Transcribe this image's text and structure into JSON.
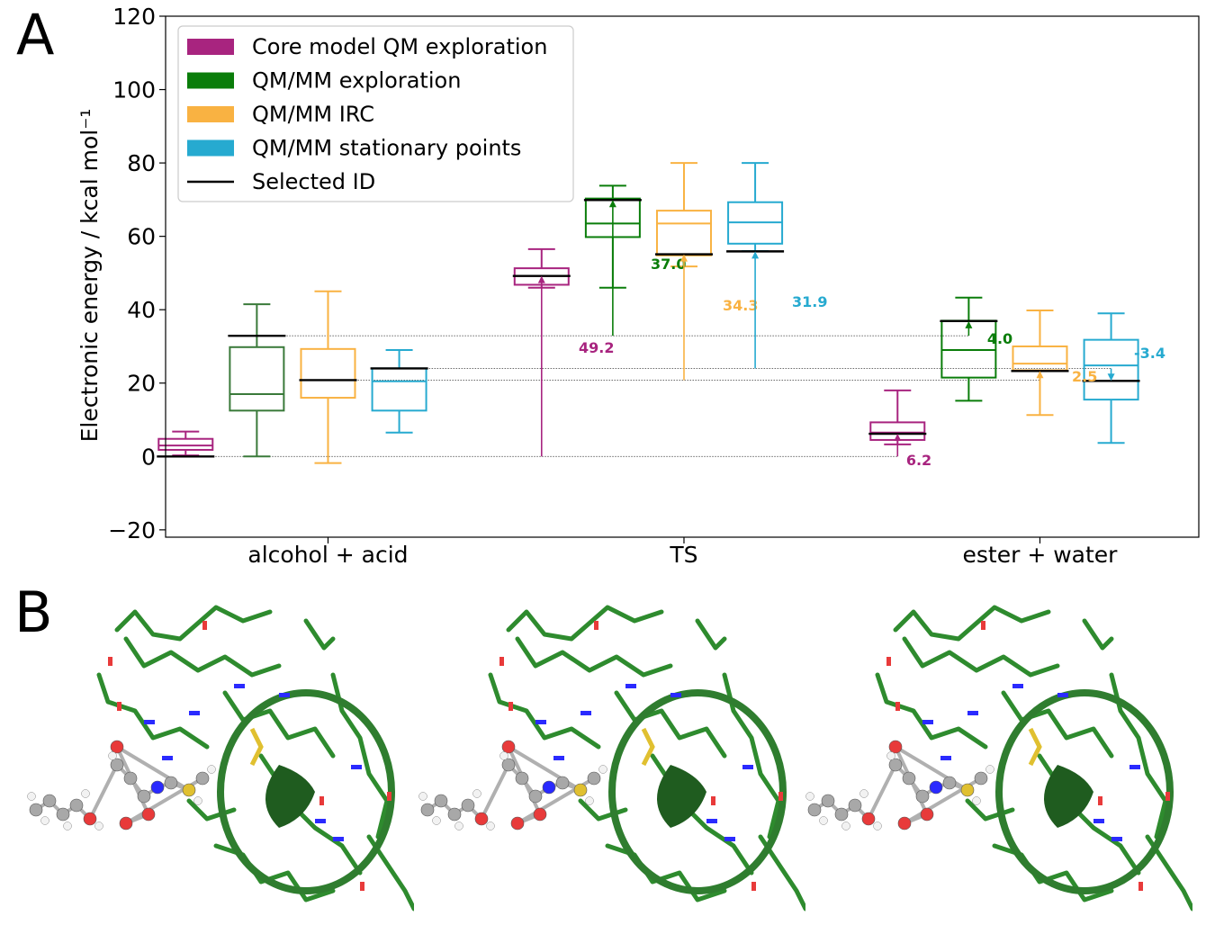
{
  "panels": {
    "a": "A",
    "b": "B"
  },
  "colors": {
    "core": "#a8247f",
    "qmmm": "#0a7d0a",
    "irc": "#f9b242",
    "sp": "#26aad0",
    "first_group_qmmm": "#3a7a3a",
    "protein": "#2e8b2e",
    "nitrogen": "#2a2aff",
    "oxygen": "#e83a3a",
    "sulfur": "#e0c030",
    "carbon_ball": "#a8a8a8",
    "hydrogen_ball": "#f2f2f2"
  },
  "chart_data": {
    "type": "box",
    "ylabel": "Electronic energy / kcal mol⁻¹",
    "ylim": [
      -22,
      120
    ],
    "yticks": [
      -20,
      0,
      20,
      40,
      60,
      80,
      100,
      120
    ],
    "ytick_labels": [
      "−20",
      "0",
      "20",
      "40",
      "60",
      "80",
      "100",
      "120"
    ],
    "categories": [
      "alcohol + acid",
      "TS",
      "ester + water"
    ],
    "legend": {
      "placement": "top-left",
      "entries": [
        {
          "label": "Core model QM exploration",
          "color_key": "core",
          "kind": "patch"
        },
        {
          "label": "QM/MM exploration",
          "color_key": "qmmm",
          "kind": "patch"
        },
        {
          "label": "QM/MM IRC",
          "color_key": "irc",
          "kind": "patch"
        },
        {
          "label": "QM/MM stationary points",
          "color_key": "sp",
          "kind": "patch"
        },
        {
          "label": "Selected ID",
          "color_key": "black",
          "kind": "line"
        }
      ]
    },
    "boxes": [
      {
        "group": 0,
        "series": "core",
        "pos": 0.8,
        "whislo": 0.3,
        "q1": 1.8,
        "med": 3.0,
        "q3": 4.8,
        "whishi": 6.8,
        "selected": 0.0
      },
      {
        "group": 0,
        "series": "qmmm",
        "pos": 1.8,
        "whislo": 0.0,
        "q1": 12.5,
        "med": 17.0,
        "q3": 29.8,
        "whishi": 41.5,
        "selected": 32.9
      },
      {
        "group": 0,
        "series": "irc",
        "pos": 2.8,
        "whislo": -1.8,
        "q1": 16.0,
        "med": 20.8,
        "q3": 29.3,
        "whishi": 45.0,
        "selected": 20.8
      },
      {
        "group": 0,
        "series": "sp",
        "pos": 3.8,
        "whislo": 6.5,
        "q1": 12.5,
        "med": 20.5,
        "q3": 24.0,
        "whishi": 29.0,
        "selected": 24.0
      },
      {
        "group": 1,
        "series": "core",
        "pos": 5.8,
        "whislo": 46.0,
        "q1": 46.8,
        "med": 49.2,
        "q3": 51.3,
        "whishi": 56.5,
        "selected": 49.2
      },
      {
        "group": 1,
        "series": "qmmm",
        "pos": 6.8,
        "whislo": 46.0,
        "q1": 59.8,
        "med": 63.5,
        "q3": 70.3,
        "whishi": 73.8,
        "selected": 69.9
      },
      {
        "group": 1,
        "series": "irc",
        "pos": 7.8,
        "whislo": 51.8,
        "q1": 54.8,
        "med": 63.5,
        "q3": 67.0,
        "whishi": 80.0,
        "selected": 55.1
      },
      {
        "group": 1,
        "series": "sp",
        "pos": 8.8,
        "whislo": 56.0,
        "q1": 58.0,
        "med": 63.8,
        "q3": 69.3,
        "whishi": 80.0,
        "selected": 55.9
      },
      {
        "group": 2,
        "series": "core",
        "pos": 10.8,
        "whislo": 3.3,
        "q1": 4.5,
        "med": 6.5,
        "q3": 9.3,
        "whishi": 18.0,
        "selected": 6.2
      },
      {
        "group": 2,
        "series": "qmmm",
        "pos": 11.8,
        "whislo": 15.2,
        "q1": 21.5,
        "med": 29.0,
        "q3": 37.0,
        "whishi": 43.3,
        "selected": 36.9
      },
      {
        "group": 2,
        "series": "irc",
        "pos": 12.8,
        "whislo": 11.3,
        "q1": 23.5,
        "med": 25.3,
        "q3": 30.0,
        "whishi": 39.8,
        "selected": 23.3
      },
      {
        "group": 2,
        "series": "sp",
        "pos": 13.8,
        "whislo": 3.7,
        "q1": 15.5,
        "med": 24.8,
        "q3": 31.8,
        "whishi": 39.0,
        "selected": 20.6
      }
    ],
    "reference_lines": [
      {
        "y": 0.0,
        "from_pos": 0.8,
        "to_pos": 10.8
      },
      {
        "y": 32.9,
        "from_pos": 1.8,
        "to_pos": 11.8
      },
      {
        "y": 20.8,
        "from_pos": 2.8,
        "to_pos": 12.8
      },
      {
        "y": 24.0,
        "from_pos": 3.8,
        "to_pos": 13.8
      }
    ],
    "arrows": [
      {
        "series": "core",
        "pos": 5.8,
        "from": 0.0,
        "to": 49.2,
        "label": "49.2"
      },
      {
        "series": "qmmm",
        "pos": 6.8,
        "from": 32.9,
        "to": 69.9,
        "label": "37.0"
      },
      {
        "series": "irc",
        "pos": 7.8,
        "from": 20.8,
        "to": 55.1,
        "label": "34.3"
      },
      {
        "series": "sp",
        "pos": 8.8,
        "from": 24.0,
        "to": 55.9,
        "label": "31.9"
      },
      {
        "series": "core",
        "pos": 10.8,
        "from": 0.0,
        "to": 6.2,
        "label": "6.2"
      },
      {
        "series": "qmmm",
        "pos": 11.8,
        "from": 32.9,
        "to": 36.9,
        "label": "4.0"
      },
      {
        "series": "irc",
        "pos": 12.8,
        "from": 20.8,
        "to": 23.3,
        "label": "2.5"
      },
      {
        "series": "sp",
        "pos": 13.8,
        "from": 24.0,
        "to": 20.6,
        "label": "-3.4"
      }
    ]
  }
}
